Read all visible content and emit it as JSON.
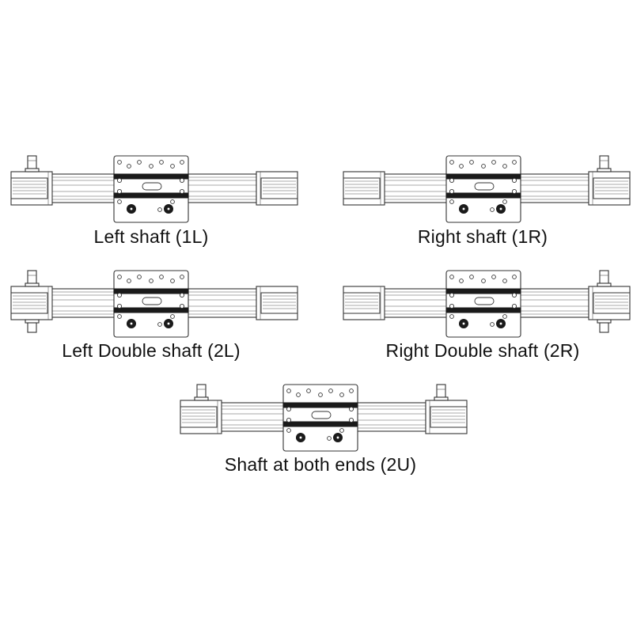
{
  "variants": [
    {
      "id": "1L",
      "caption": "Left shaft (1L)",
      "shaft_top_left": true,
      "shaft_top_right": false,
      "shaft_bottom_left": false,
      "shaft_bottom_right": false
    },
    {
      "id": "1R",
      "caption": "Right shaft (1R)",
      "shaft_top_left": false,
      "shaft_top_right": true,
      "shaft_bottom_left": false,
      "shaft_bottom_right": false
    },
    {
      "id": "2L",
      "caption": "Left Double shaft (2L)",
      "shaft_top_left": true,
      "shaft_top_right": false,
      "shaft_bottom_left": true,
      "shaft_bottom_right": false
    },
    {
      "id": "2R",
      "caption": "Right Double shaft (2R)",
      "shaft_top_left": false,
      "shaft_top_right": true,
      "shaft_bottom_left": false,
      "shaft_bottom_right": true
    },
    {
      "id": "2U",
      "caption": "Shaft at both ends (2U)",
      "shaft_top_left": true,
      "shaft_top_right": true,
      "shaft_bottom_left": false,
      "shaft_bottom_right": false
    }
  ]
}
